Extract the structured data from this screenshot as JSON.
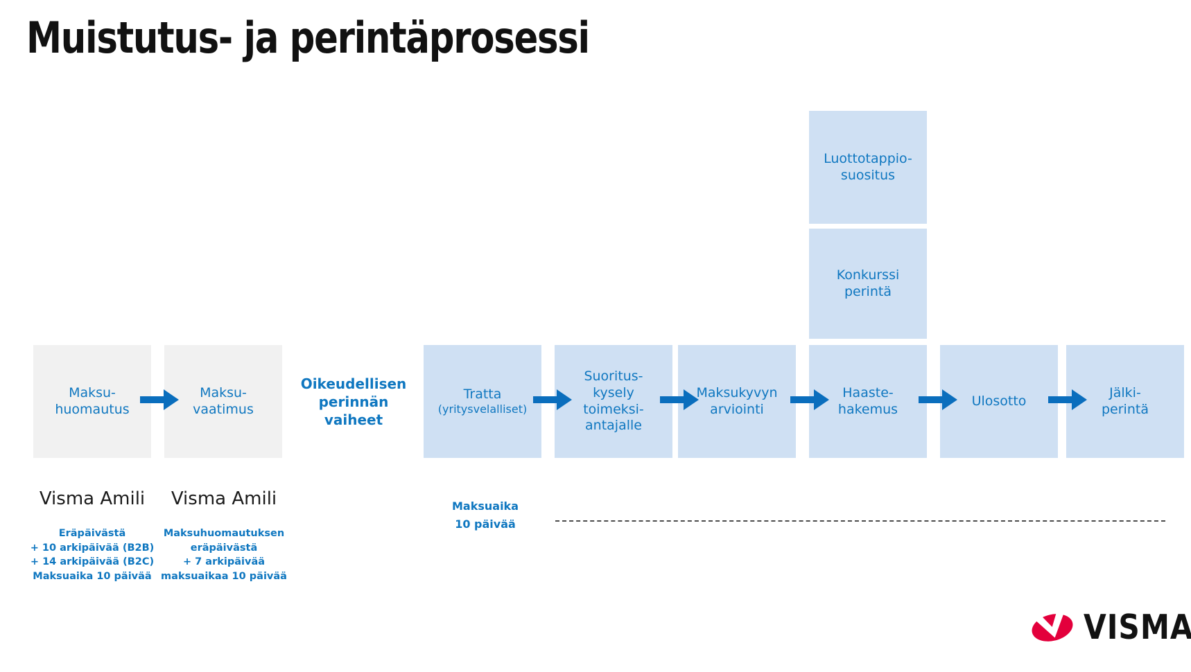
{
  "title": "Muistutus- ja perintäprosessi",
  "colors": {
    "accent_blue": "#0f77c0",
    "box_blue": "#cfe0f3",
    "box_grey": "#f1f1f1",
    "title_black": "#111111",
    "dash_grey": "#4a4a4a",
    "visma_red": "#e3003c"
  },
  "flow": {
    "steps": [
      {
        "id": "maksuhuomautus",
        "line1": "Maksu-",
        "line2": "huomautus",
        "style": "grey"
      },
      {
        "id": "maksuvaatimus",
        "line1": "Maksu-",
        "line2": "vaatimus",
        "style": "grey"
      },
      {
        "id": "tratta",
        "line1": "Tratta",
        "line2": "(yritysvelalliset)",
        "style": "blue"
      },
      {
        "id": "suorituskysely",
        "line1": "Suoritus-",
        "line2": "kysely",
        "line3": "toimeksi-",
        "line4": "antajalle",
        "style": "blue"
      },
      {
        "id": "maksukyvyn-arviointi",
        "line1": "Maksukyvyn",
        "line2": "arviointi",
        "style": "blue"
      },
      {
        "id": "haastehakemus",
        "line1": "Haaste-",
        "line2": "hakemus",
        "style": "blue"
      },
      {
        "id": "ulosotto",
        "line1": "Ulosotto",
        "style": "blue"
      },
      {
        "id": "jalkiperinta",
        "line1": "Jälki-",
        "line2": "perintä",
        "style": "blue"
      }
    ],
    "section_label": {
      "line1": "Oikeudellisen",
      "line2": "perinnän",
      "line3": "vaiheet"
    },
    "stacked": [
      {
        "id": "luottotappio-suositus",
        "line1": "Luottotappio-",
        "line2": "suositus"
      },
      {
        "id": "konkurssi-perinta",
        "line1": "Konkurssi",
        "line2": "perintä"
      }
    ]
  },
  "captions": [
    {
      "id": "caption-maksuhuomautus",
      "heading": "Visma Amili",
      "lines": [
        "Eräpäivästä",
        "+ 10 arkipäivää (B2B)",
        "+ 14 arkipäivää (B2C)",
        "Maksuaika 10 päivää"
      ]
    },
    {
      "id": "caption-maksuvaatimus",
      "heading": "Visma Amili",
      "lines": [
        "Maksuhuomautuksen",
        "eräpäivästä",
        "+ 7 arkipäivää",
        "maksuaikaa 10 päivää"
      ]
    }
  ],
  "note": {
    "line1": "Maksuaika",
    "line2": "10 päivää"
  },
  "logo": {
    "wordmark": "VISMA",
    "mark": "visma-swoosh-icon"
  }
}
